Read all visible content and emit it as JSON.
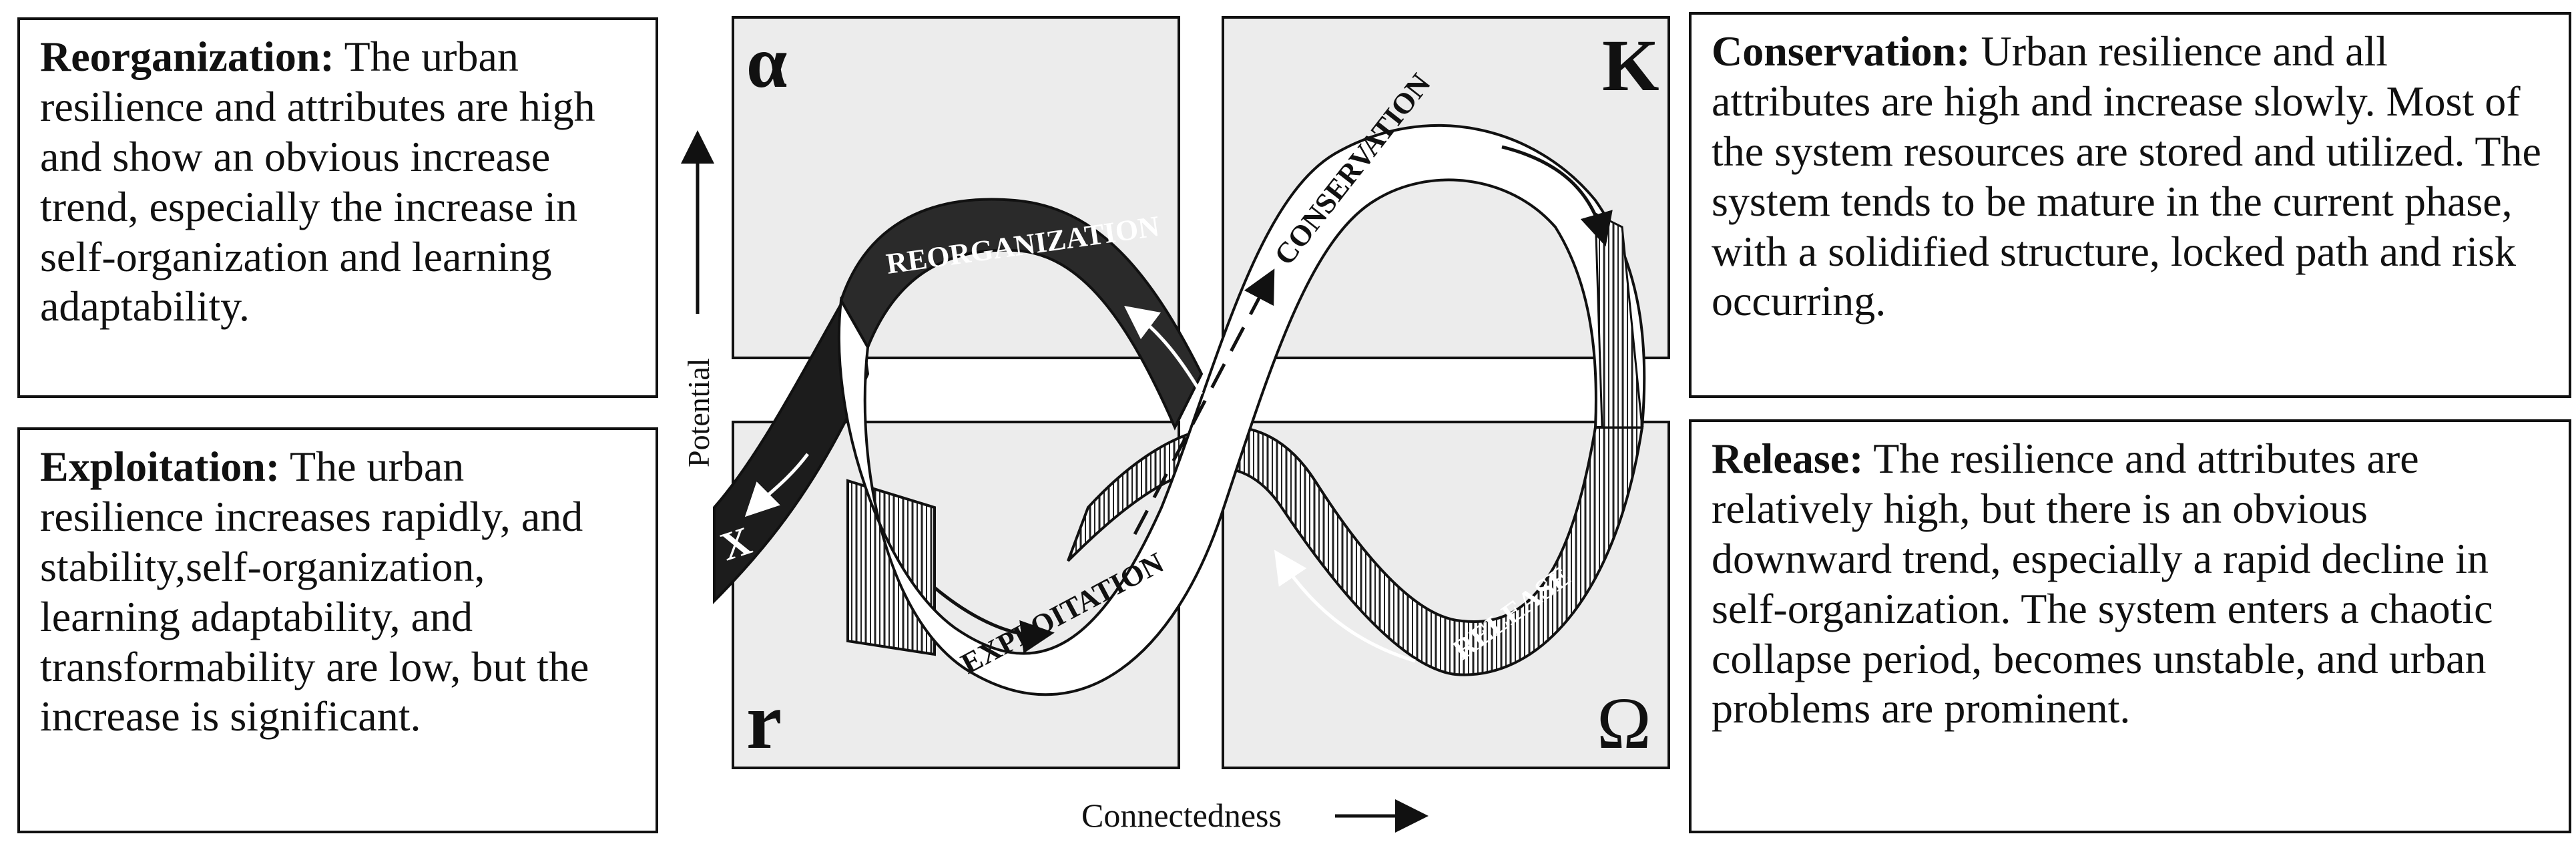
{
  "boxes": {
    "reorganization": {
      "heading": "Reorganization:",
      "body": " The urban resilience and attributes are high and show an obvious increase trend, especially the increase in self-organization and learning adaptability."
    },
    "exploitation": {
      "heading": "Exploitation:",
      "body": " The urban resilience increases rapidly, and stability,self-organization, learning adaptability, and transformability are low, but the increase is significant."
    },
    "conservation": {
      "heading": "Conservation:",
      "body": " Urban resilience and all attributes are high and increase slowly. Most of the system resources are stored and utilized. The system tends to be mature in the current phase, with a solidified structure, locked path and risk occurring."
    },
    "release": {
      "heading": "Release:",
      "body": " The resilience and attributes are relatively high, but there is an obvious downward trend, especially a rapid decline in self-organization. The system enters a chaotic collapse period, becomes unstable, and urban problems are prominent."
    }
  },
  "diagram": {
    "quadrants": {
      "alpha": "α",
      "kappa": "K",
      "r": "r",
      "omega": "Ω"
    },
    "band_labels": {
      "reorganization": "REORGANIZATION",
      "conservation": "CONSERVATION",
      "exploitation": "EXPLOITATION",
      "release": "RELEASE",
      "exit": "X"
    },
    "axes": {
      "y_label": "Potential",
      "x_label": "Connectedness"
    },
    "colors": {
      "panel_fill": "#ececec",
      "dark_band": "#2a2a2a",
      "light_band": "#ffffff",
      "outline": "#111111"
    }
  }
}
